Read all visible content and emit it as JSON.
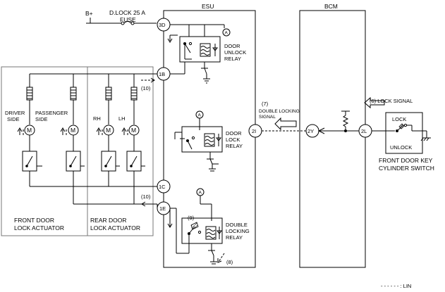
{
  "labels": {
    "b_plus": "B+",
    "fuse": "D.LOCK 25 A\nFUSE",
    "esu": "ESU",
    "bcm": "BCM",
    "door_unlock_relay": "DOOR\nUNLOCK\nRELAY",
    "door_lock_relay": "DOOR\nLOCK\nRELAY",
    "double_locking_relay": "DOUBLE\nLOCKING\nRELAY",
    "double_locking_signal_num": "(7)",
    "double_locking_signal": "DOUBLE LOCKING\nSIGNAL",
    "lock_signal": "(6) LOCK SIGNAL",
    "lock": "LOCK",
    "unlock": "UNLOCK",
    "front_door_key_cylinder_switch": "FRONT DOOR KEY\nCYLINDER SWITCH",
    "driver_side": "DRIVER\nSIDE",
    "passenger_side": "PASSENGER\nSIDE",
    "rh": "RH",
    "lh": "LH",
    "front_door_lock_actuator": "FRONT DOOR\nLOCK ACTUATOR",
    "rear_door_lock_actuator": "REAR DOOR\nLOCK ACTUATOR",
    "ten_a": "(10)",
    "ten_b": "(10)",
    "nine": "(9)",
    "eight": "(8)",
    "legend_lin": "- - - - - - : LIN",
    "motor": "M",
    "relay_a": "A"
  },
  "terminals": {
    "t3d": "3D",
    "t1b": "1B",
    "t1c": "1C",
    "t1e": "1E",
    "t2i": "2I",
    "t2y": "2Y",
    "t2l": "2L"
  }
}
